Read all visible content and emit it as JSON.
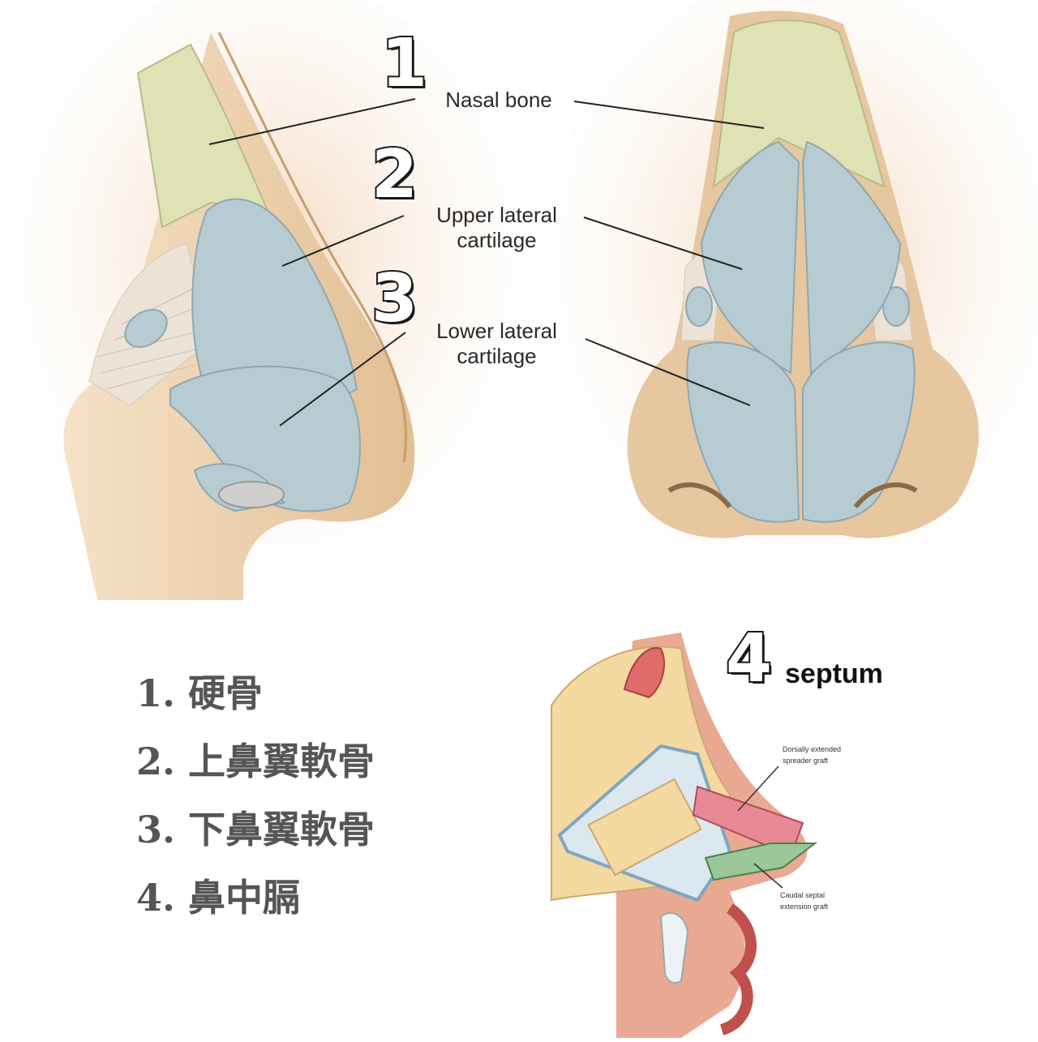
{
  "numbers": {
    "n1": "1",
    "n2": "2",
    "n3": "3",
    "n4": "4"
  },
  "labels": {
    "nasal_bone": "Nasal bone",
    "upper_lateral_1": "Upper lateral",
    "upper_lateral_2": "cartilage",
    "lower_lateral_1": "Lower lateral",
    "lower_lateral_2": "cartilage",
    "septum": "septum",
    "dorsal_graft_1": "Dorsally extended",
    "dorsal_graft_2": "spreader graft",
    "caudal_graft_1": "Caudal septal",
    "caudal_graft_2": "extension graft"
  },
  "legend": [
    "1. 硬骨",
    "2. 上鼻翼軟骨",
    "3. 下鼻翼軟骨",
    "4. 鼻中膈"
  ],
  "colors": {
    "skin": "#e8c9a0",
    "bone": "#dfe2b4",
    "cartilage": "#b7ccd2",
    "septum_bone": "#f4d9a0",
    "graft_red": "#e88a96",
    "graft_green": "#9cc79a"
  }
}
